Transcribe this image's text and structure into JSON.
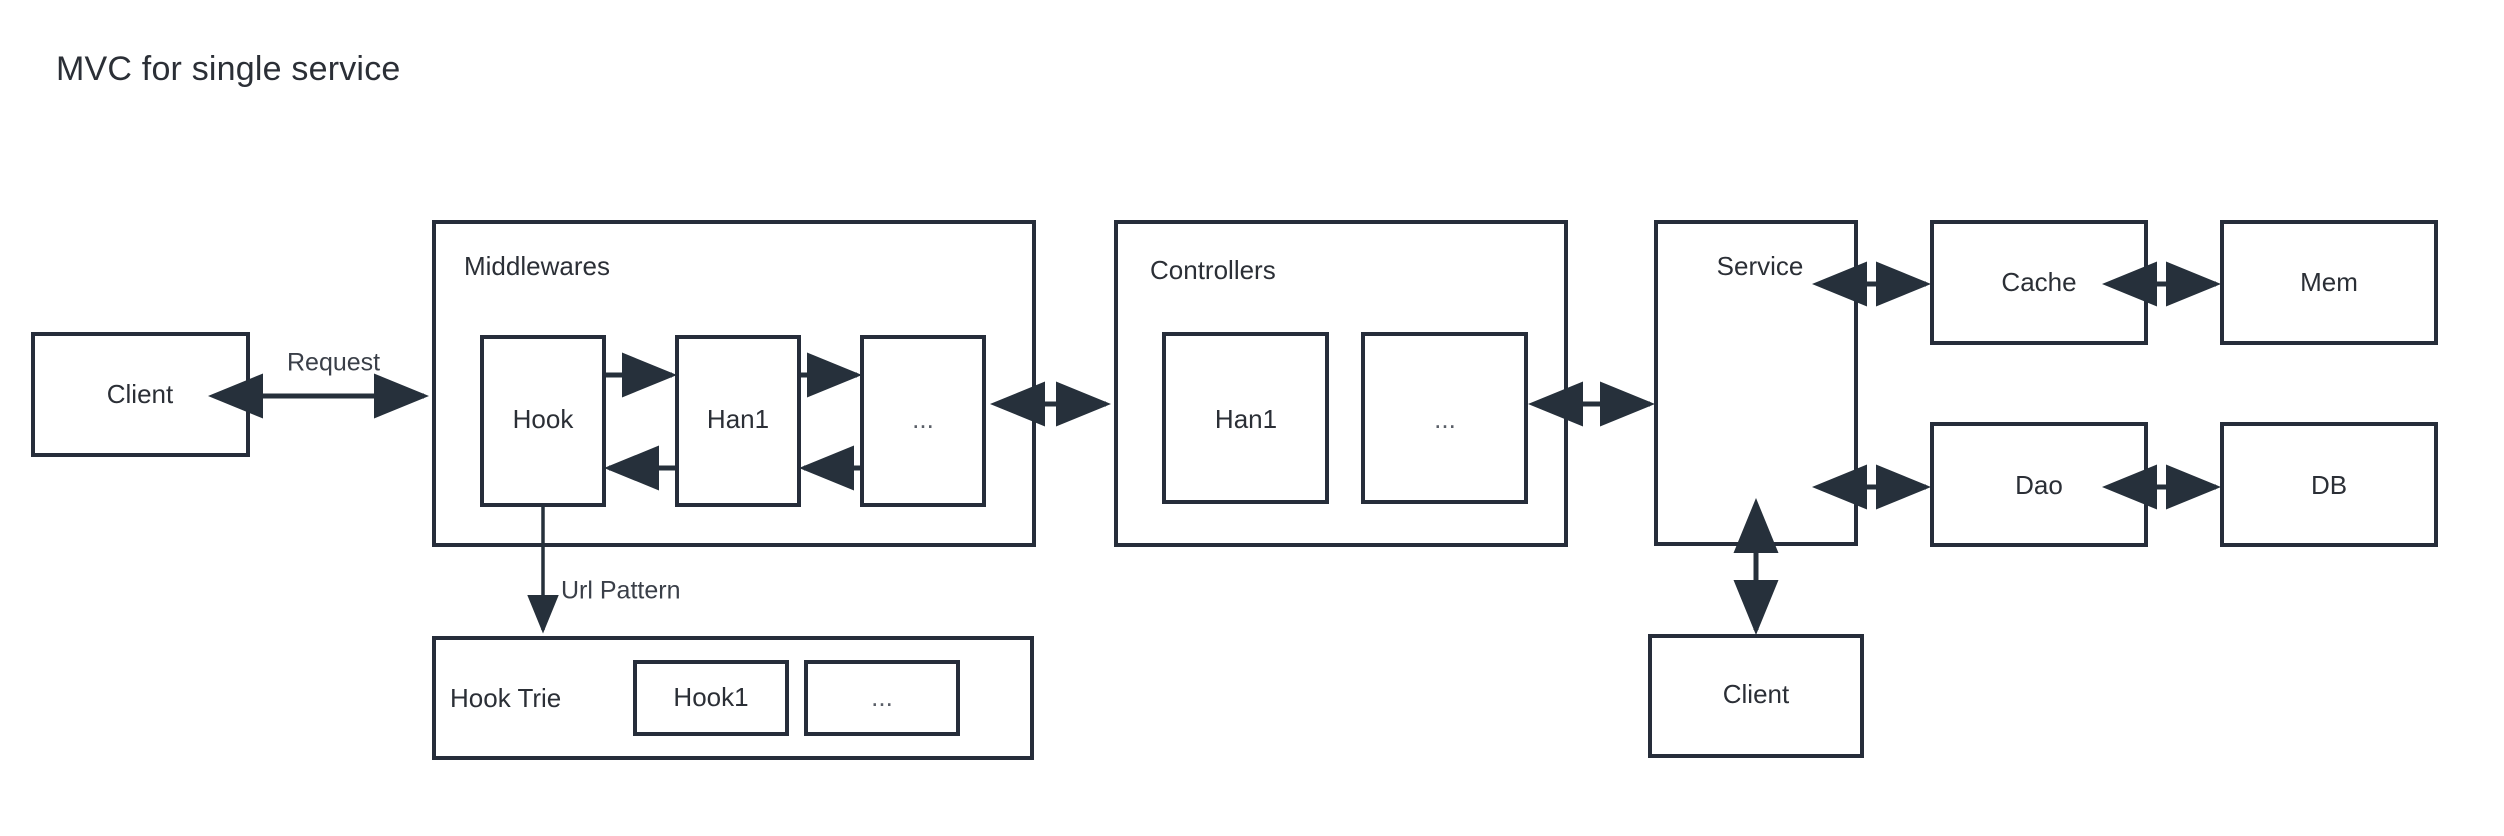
{
  "page": {
    "title": "MVC for single service",
    "background_color": "#ffffff",
    "stroke_color": "#262d3a",
    "text_color": "#2b2f36"
  },
  "nodes": {
    "client_left": "Client",
    "middlewares_group": "Middlewares",
    "mw_hook": "Hook",
    "mw_han1": "Han1",
    "mw_more": "...",
    "controllers_group": "Controllers",
    "ctrl_han1": "Han1",
    "ctrl_more": "...",
    "service": "Service",
    "cache": "Cache",
    "mem": "Mem",
    "dao": "Dao",
    "db": "DB",
    "client_bottom": "Client",
    "hook_trie_group": "Hook Trie",
    "trie_hook1": "Hook1",
    "trie_more": "..."
  },
  "edges": {
    "request_label": "Request",
    "url_pattern_label": "Url Pattern"
  }
}
